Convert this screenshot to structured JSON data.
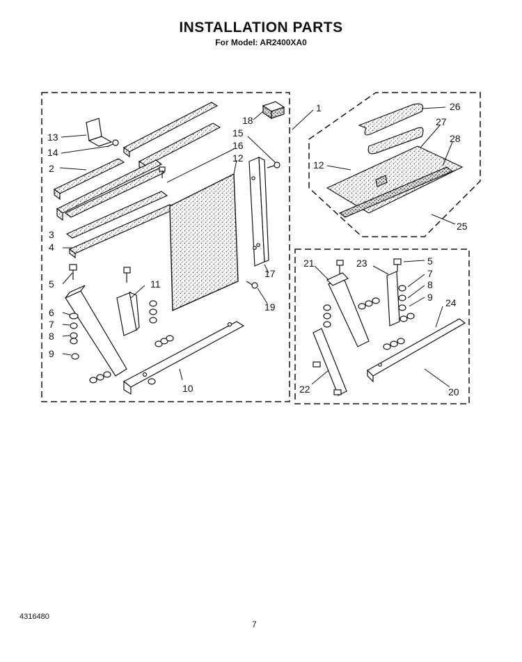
{
  "header": {
    "title": "INSTALLATION PARTS",
    "model_line": "For Model: AR2400XA0"
  },
  "footer": {
    "doc_number": "4316480",
    "page_number": "7"
  },
  "callouts": [
    "1",
    "2",
    "3",
    "4",
    "5",
    "6",
    "7",
    "8",
    "9",
    "10",
    "11",
    "12",
    "13",
    "14",
    "15",
    "16",
    "17",
    "18",
    "19",
    "20",
    "21",
    "22",
    "23",
    "24",
    "25",
    "26",
    "27",
    "28"
  ],
  "colors": {
    "ink": "#111111",
    "paper": "#ffffff",
    "stipple": "#8a8a8a"
  }
}
